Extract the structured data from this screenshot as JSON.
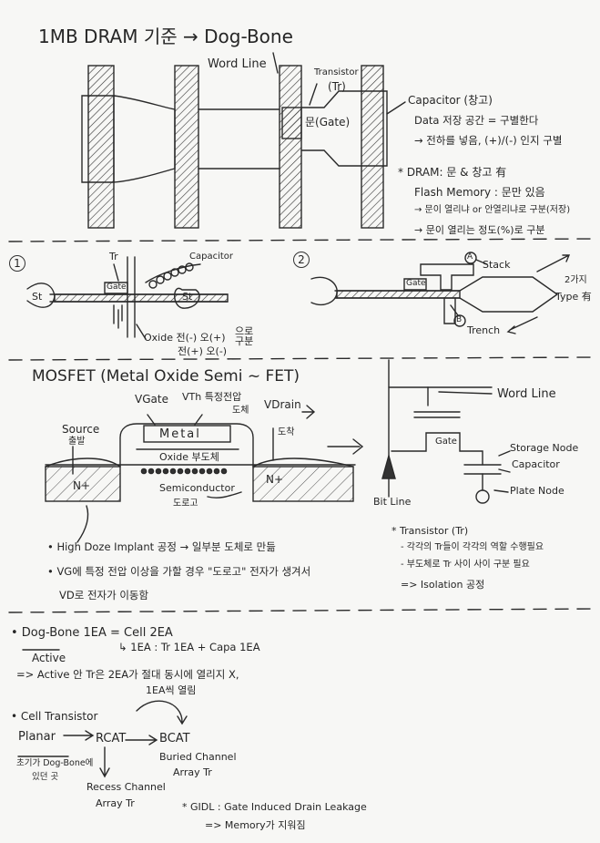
{
  "s1": {
    "title": "1MB DRAM 기준 → Dog-Bone",
    "word_line": "Word Line",
    "transistor": "Transistor",
    "tr": "(Tr)",
    "gate_door": "문(Gate)",
    "capacitor": "Capacitor (창고)",
    "cap_note1": "Data 저장 공간 = 구별한다",
    "cap_note2": "→ 전하를 넣음, (+)/(-) 인지 구별",
    "dram": "* DRAM: 문 & 창고 有",
    "flash": "Flash Memory : 문만 있음",
    "flash2": "→ 문이 열리냐 or 안열리냐로 구분(저장)",
    "flash3": "→ 문이 열리는 정도(%)로 구분"
  },
  "s2": {
    "n1": "1",
    "tr": "Tr",
    "gate": "Gate",
    "capacitor": "Capacitor",
    "st_left": "St",
    "st_right": "St",
    "oxide1": "Oxide 전(-) 오(+)",
    "oxide2": "전(+) 오(-)",
    "oxide_side": "으로 구분",
    "n2": "2",
    "gate2": "Gate",
    "a_label": "A",
    "stack": "Stack",
    "b_label": "B",
    "trench": "Trench",
    "types": "2가지",
    "types2": "Type 有"
  },
  "s3": {
    "title": "MOSFET (Metal Oxide Semi ~ FET)",
    "vgate": "VGate",
    "vth": "VTh 특정전압",
    "vth2": "도체",
    "vdrain": "VDrain",
    "vdrain2": "도착",
    "source": "Source",
    "source2": "출발",
    "metal": "Metal",
    "oxide": "Oxide 부도체",
    "semi": "Semiconductor",
    "road": "도로고",
    "np_left": "N+",
    "np_right": "N+",
    "word_line": "Word Line",
    "gate": "Gate",
    "storage": "Storage Node",
    "capacitor": "Capacitor",
    "bit_line": "Bit Line",
    "plate": "Plate Node",
    "b1": "• High Doze Implant 공정 → 일부분 도체로 만듦",
    "b2": "• VG에 특정 전압 이상을 가할 경우 \"도로고\" 전자가 생겨서",
    "b3": "VD로 전자가 이동함",
    "tr_head": "* Transistor (Tr)",
    "tr1": "- 각각의 Tr들이 각각의 역할 수행필요",
    "tr2": "- 부도체로 Tr 사이 사이 구분 필요",
    "tr3": "=> Isolation 공정"
  },
  "s4": {
    "l1": "• Dog-Bone 1EA = Cell 2EA",
    "active": "Active",
    "l2": "↳ 1EA : Tr 1EA + Capa 1EA",
    "l3": "=> Active 안 Tr은 2EA가 절대 동시에 열리지 X,",
    "l4": "1EA씩 열림",
    "cell": "• Cell Transistor",
    "planar": "Planar",
    "rcat": "RCAT",
    "bcat": "BCAT",
    "planar_note1": "초기가 Dog-Bone에",
    "planar_note2": "있던 곳",
    "buried1": "Buried Channel",
    "buried2": "Array Tr",
    "recess1": "Recess Channel",
    "recess2": "Array Tr",
    "gidl": "* GIDL : Gate Induced Drain Leakage",
    "memory": "=> Memory가 지워짐"
  }
}
